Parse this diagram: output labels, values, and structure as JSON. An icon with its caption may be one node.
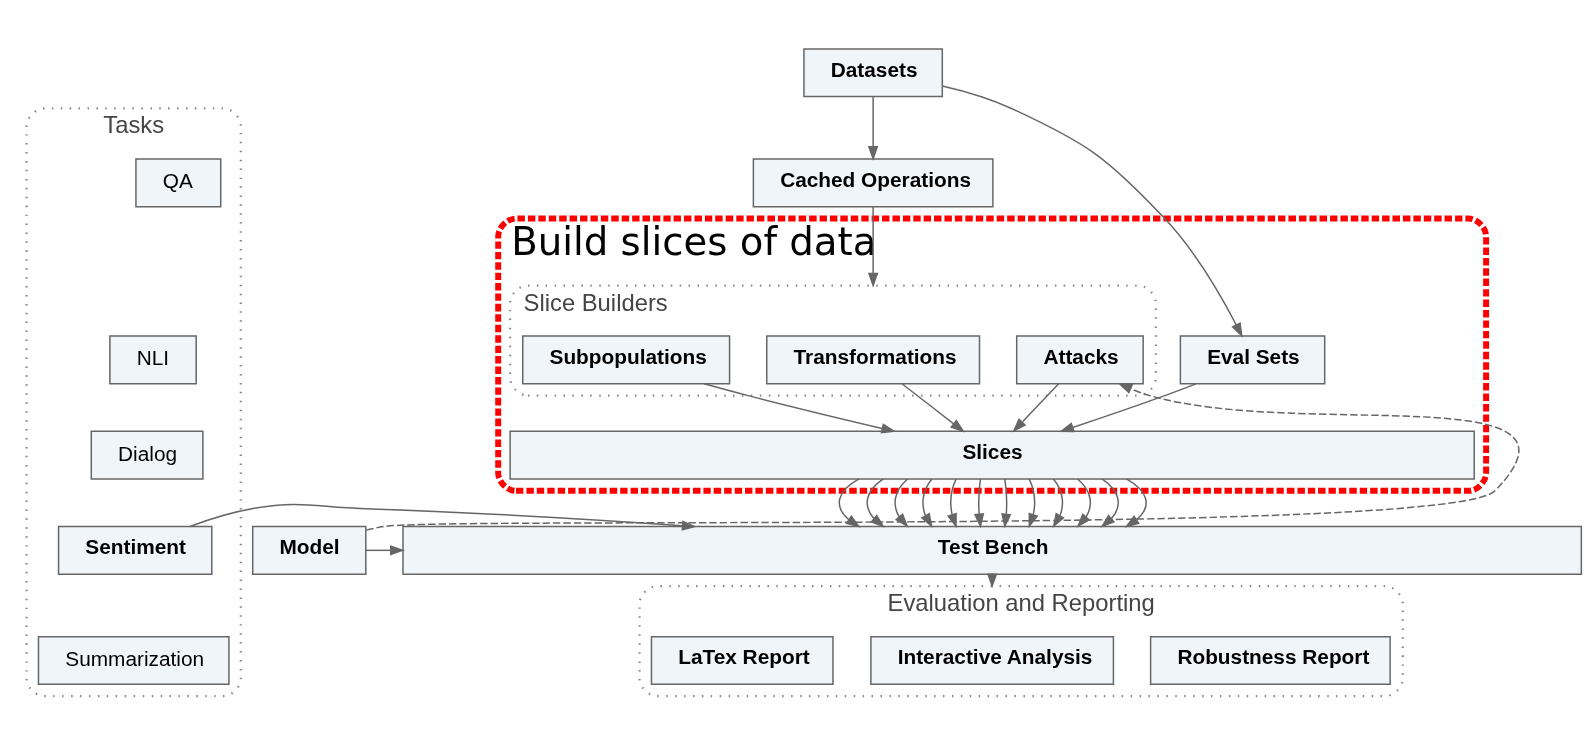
{
  "diagram": {
    "nodes": [
      {
        "text": [
          "Datasets"
        ]
      },
      {
        "text": [
          "Cached Operations"
        ]
      },
      {
        "text": [
          "Build slices of data"
        ]
      },
      {
        "text": [
          "Slice Builders"
        ],
        "in": 2
      },
      {
        "text": [
          "Attacks"
        ],
        "in": 3
      },
      {
        "text": [
          "Transformations"
        ],
        "in": 3
      },
      {
        "text": [
          "Subpopulations"
        ],
        "in": 3
      },
      {
        "text": [
          "Eval Sets"
        ],
        "in": 2
      },
      {
        "text": [
          "Slices"
        ],
        "in": 2
      },
      {
        "text": [
          "Model"
        ]
      },
      {
        "text": [
          "Test Bench"
        ]
      },
      {
        "text": [
          "Tasks"
        ]
      },
      {
        "text": [
          "QA"
        ],
        "in": 11
      },
      {
        "text": [
          "NLI"
        ],
        "in": 11
      },
      {
        "text": [
          "Dialog"
        ],
        "in": 11
      },
      {
        "text": [
          "Sentiment"
        ],
        "in": 11
      },
      {
        "text": [
          "Summarization"
        ],
        "in": 11
      },
      {
        "text": [
          "Evaluation and Reporting"
        ]
      },
      {
        "text": [
          "Robustness Report"
        ],
        "in": 17
      },
      {
        "text": [
          "Interactive Analysis"
        ],
        "in": 17
      },
      {
        "text": [
          "LaTex Report"
        ],
        "in": 17
      }
    ],
    "edges": [
      {
        "from": 0,
        "to": 1,
        "arrow": "to"
      },
      {
        "from": 0,
        "to": 7,
        "arrow": "to"
      },
      {
        "from": 1,
        "to": 3,
        "arrow": "to"
      },
      {
        "from": 9,
        "to": 4,
        "arrow": "to",
        "style": "dashed"
      },
      {
        "from": 4,
        "to": 8,
        "arrow": "to"
      },
      {
        "from": 5,
        "to": 8,
        "arrow": "to"
      },
      {
        "from": 6,
        "to": 8,
        "arrow": "to"
      },
      {
        "from": 7,
        "to": 8,
        "arrow": "to"
      },
      {
        "from": 8,
        "to": 10,
        "arrow": "to"
      },
      {
        "from": 8,
        "to": 10,
        "arrow": "to"
      },
      {
        "from": 8,
        "to": 10,
        "arrow": "to"
      },
      {
        "from": 8,
        "to": 10,
        "arrow": "to"
      },
      {
        "from": 8,
        "to": 10,
        "arrow": "to"
      },
      {
        "from": 8,
        "to": 10,
        "arrow": "to"
      },
      {
        "from": 8,
        "to": 10,
        "arrow": "to"
      },
      {
        "from": 8,
        "to": 10,
        "arrow": "to"
      },
      {
        "from": 8,
        "to": 10,
        "arrow": "to"
      },
      {
        "from": 8,
        "to": 10,
        "arrow": "to"
      },
      {
        "from": 8,
        "to": 10,
        "arrow": "to"
      },
      {
        "from": 8,
        "to": 10,
        "arrow": "to"
      },
      {
        "from": 9,
        "to": 10,
        "arrow": "to"
      },
      {
        "from": 15,
        "to": 10,
        "arrow": "to"
      },
      {
        "from": 10,
        "to": 17,
        "arrow": "to"
      }
    ]
  }
}
